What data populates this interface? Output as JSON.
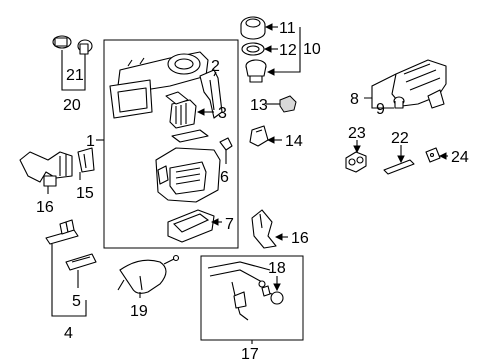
{
  "labels": {
    "l1": "1",
    "l2": "2",
    "l3": "3",
    "l4": "4",
    "l5": "5",
    "l6": "6",
    "l7": "7",
    "l8": "8",
    "l9": "9",
    "l10": "10",
    "l11": "11",
    "l12": "12",
    "l13": "13",
    "l14": "14",
    "l15": "15",
    "l16a": "16",
    "l16b": "16",
    "l17": "17",
    "l18": "18",
    "l19": "19",
    "l20": "20",
    "l21": "21",
    "l22": "22",
    "l23": "23",
    "l24": "24"
  }
}
